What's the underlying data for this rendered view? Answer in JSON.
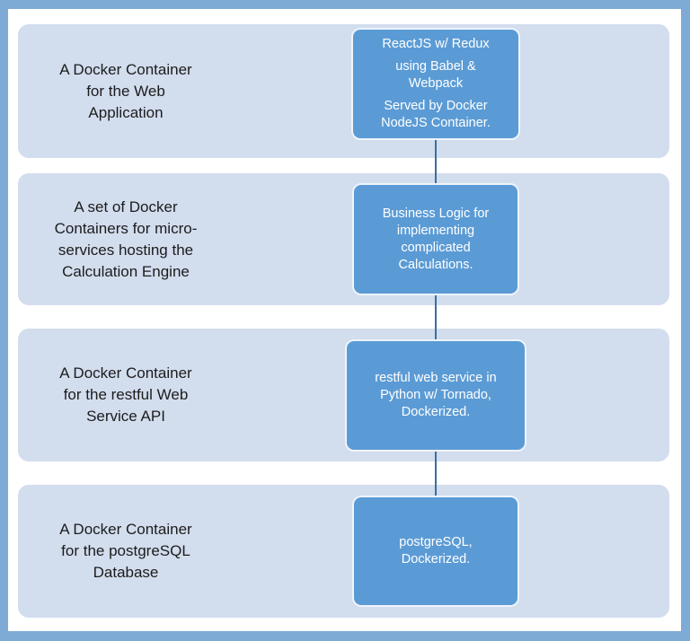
{
  "tiers": [
    {
      "label": "A Docker Container for the Web Application",
      "label_lines": [
        "A Docker Container",
        "for the Web",
        "Application"
      ],
      "box_paragraphs": [
        [
          "ReactJS w/ Redux"
        ],
        [
          "using Babel &",
          "Webpack"
        ],
        [
          "Served by Docker",
          "NodeJS Container."
        ]
      ]
    },
    {
      "label": "A set of Docker Containers for micro-services hosting the Calculation Engine",
      "label_lines": [
        "A set of Docker",
        "Containers for micro-",
        "services hosting the",
        "Calculation Engine"
      ],
      "box_paragraphs": [
        [
          "Business Logic for",
          "implementing",
          "complicated",
          "Calculations."
        ]
      ]
    },
    {
      "label": "A Docker Container for the restful Web Service API",
      "label_lines": [
        "A Docker Container",
        "for the restful Web",
        "Service API"
      ],
      "box_paragraphs": [
        [
          "restful web service in",
          "Python w/ Tornado,",
          "Dockerized."
        ]
      ]
    },
    {
      "label": "A Docker Container for the postgreSQL Database",
      "label_lines": [
        "A Docker Container",
        "for the postgreSQL",
        "Database"
      ],
      "box_paragraphs": [
        [
          "postgreSQL,",
          "Dockerized."
        ]
      ]
    }
  ],
  "colors": {
    "frame": "#7dabd6",
    "panel": "#d2ddee",
    "box": "#5b9bd5",
    "connector": "#3d6d9e"
  }
}
